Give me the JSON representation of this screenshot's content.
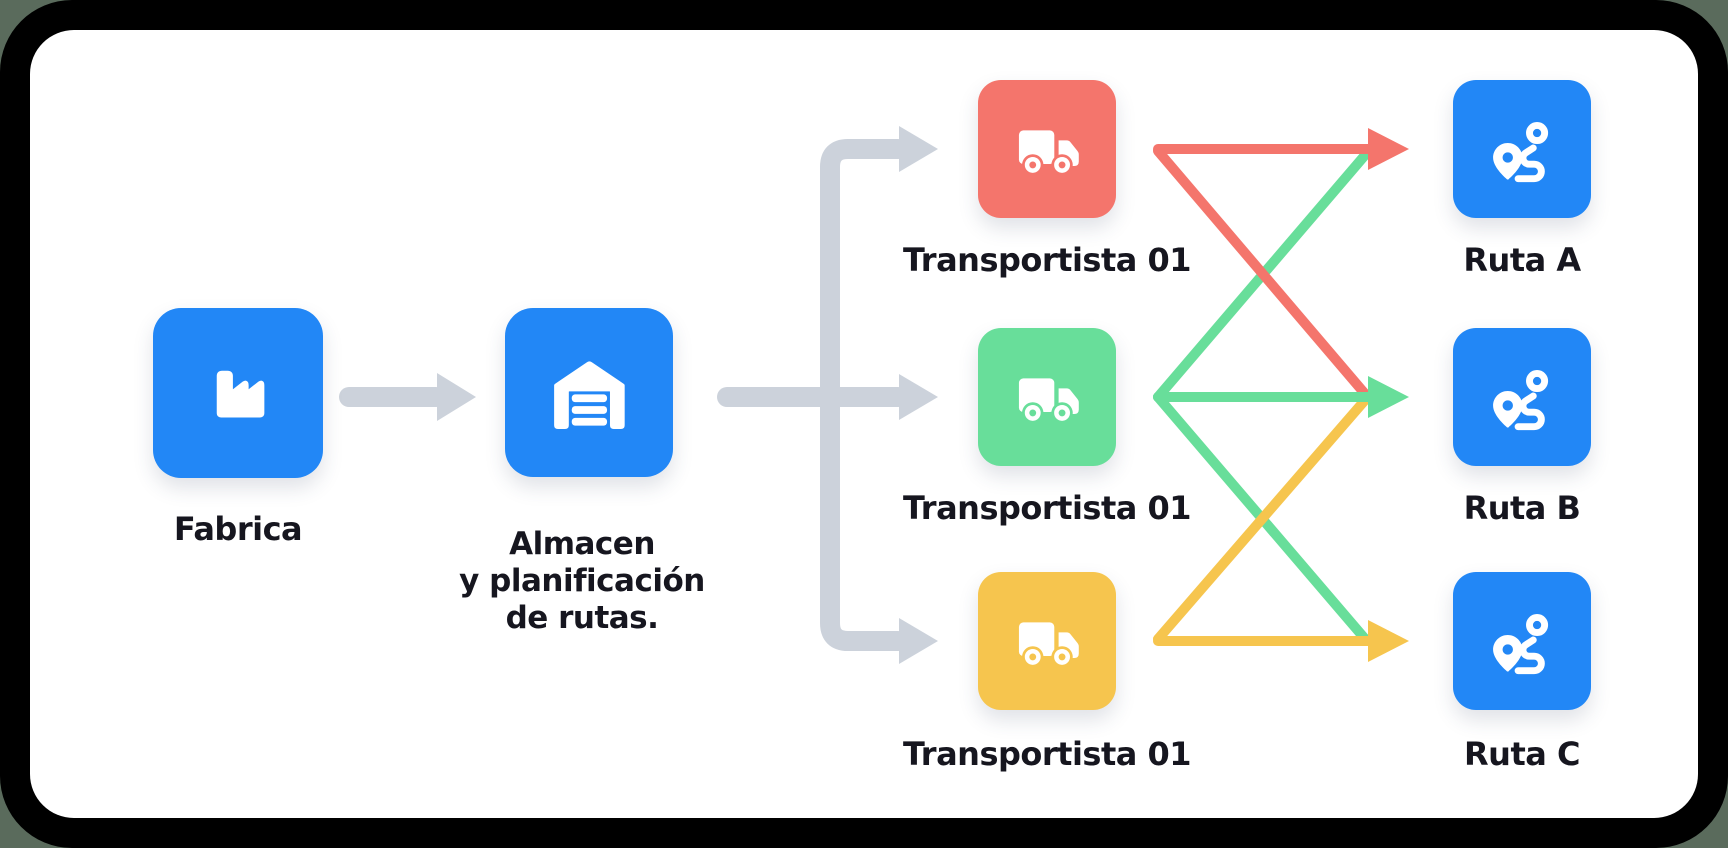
{
  "diagram": {
    "title_implicit": "Flujo de distribución: fábrica, almacén, transportistas y rutas",
    "factory": {
      "label": "Fabrica"
    },
    "warehouse": {
      "label_lines": [
        "Almacen",
        "y planificación",
        "de rutas."
      ]
    },
    "carriers": [
      {
        "id": "carrier-1",
        "label": "Transportista 01",
        "color": "#F4756C",
        "icon": "truck-icon"
      },
      {
        "id": "carrier-2",
        "label": "Transportista 01",
        "color": "#68DE9A",
        "icon": "truck-icon"
      },
      {
        "id": "carrier-3",
        "label": "Transportista 01",
        "color": "#F6C54E",
        "icon": "truck-icon"
      }
    ],
    "routes": [
      {
        "id": "route-a",
        "label": "Ruta A",
        "icon": "route-icon"
      },
      {
        "id": "route-b",
        "label": "Ruta B",
        "icon": "route-icon"
      },
      {
        "id": "route-c",
        "label": "Ruta C",
        "icon": "route-icon"
      }
    ],
    "links": [
      {
        "from": "Transportista 01 (carrier-1)",
        "to": "Ruta A",
        "color": "#F4756C",
        "arrowhead": true
      },
      {
        "from": "Transportista 01 (carrier-1)",
        "to": "Ruta B",
        "color": "#F4756C",
        "arrowhead": false
      },
      {
        "from": "Transportista 01 (carrier-2)",
        "to": "Ruta A",
        "color": "#68DE9A",
        "arrowhead": false
      },
      {
        "from": "Transportista 01 (carrier-2)",
        "to": "Ruta B",
        "color": "#68DE9A",
        "arrowhead": true
      },
      {
        "from": "Transportista 01 (carrier-2)",
        "to": "Ruta C",
        "color": "#68DE9A",
        "arrowhead": false
      },
      {
        "from": "Transportista 01 (carrier-3)",
        "to": "Ruta B",
        "color": "#F6C54E",
        "arrowhead": false
      },
      {
        "from": "Transportista 01 (carrier-3)",
        "to": "Ruta C",
        "color": "#F6C54E",
        "arrowhead": true
      },
      {
        "from": "Fabrica",
        "to": "Almacen",
        "color": "#CCD2DB",
        "arrowhead": true
      },
      {
        "from": "Almacen",
        "to": "Transportista 01 (carrier-1)",
        "color": "#CCD2DB",
        "arrowhead": true
      },
      {
        "from": "Almacen",
        "to": "Transportista 01 (carrier-2)",
        "color": "#CCD2DB",
        "arrowhead": true
      },
      {
        "from": "Almacen",
        "to": "Transportista 01 (carrier-3)",
        "color": "#CCD2DB",
        "arrowhead": true
      }
    ],
    "colors": {
      "accent_blue": "#2287F6",
      "connector_gray": "#CCD2DB",
      "carrier_red": "#F4756C",
      "carrier_green": "#68DE9A",
      "carrier_yellow": "#F6C54E",
      "label_text": "#16161F",
      "card_background": "#FFFFFF",
      "frame_black": "#000000",
      "page_corner": "#5A6B5C"
    }
  }
}
